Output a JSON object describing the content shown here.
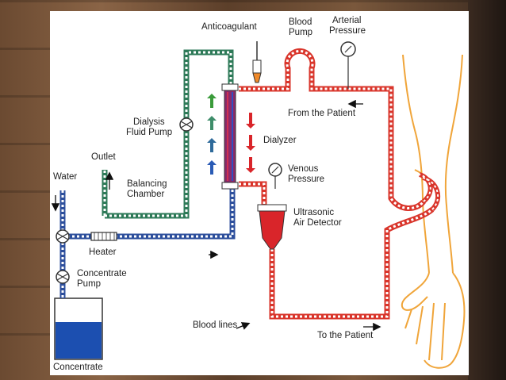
{
  "labels": {
    "anticoagulant": "Anticoagulant",
    "blood_pump_1": "Blood",
    "blood_pump_2": "Pump",
    "arterial_1": "Arterial",
    "arterial_2": "Pressure",
    "from_patient": "From the Patient",
    "dialysis_pump_1": "Dialysis",
    "dialysis_pump_2": "Fluid Pump",
    "dialyzer": "Dialyzer",
    "outlet": "Outlet",
    "water": "Water",
    "balancing_1": "Balancing",
    "balancing_2": "Chamber",
    "venous_1": "Venous",
    "venous_2": "Pressure",
    "ultrasonic_1": "Ultrasonic",
    "ultrasonic_2": "Air Detector",
    "heater": "Heater",
    "concentrate_pump_1": "Concentrate",
    "concentrate_pump_2": "Pump",
    "blood_lines": "Blood lines",
    "to_patient": "To the Patient",
    "concentrate": "Concentrate"
  },
  "colors": {
    "blood_line": "#d9352b",
    "fluid_line": "#2d4f9c",
    "dialysate_line": "#2e7a58",
    "arm": "#f0a53a",
    "concentrate_liquid": "#1c4fb0",
    "arrow_green": "#3a9b3a",
    "arrow_blue": "#2a5bb5",
    "arrow_red": "#d9252a"
  }
}
